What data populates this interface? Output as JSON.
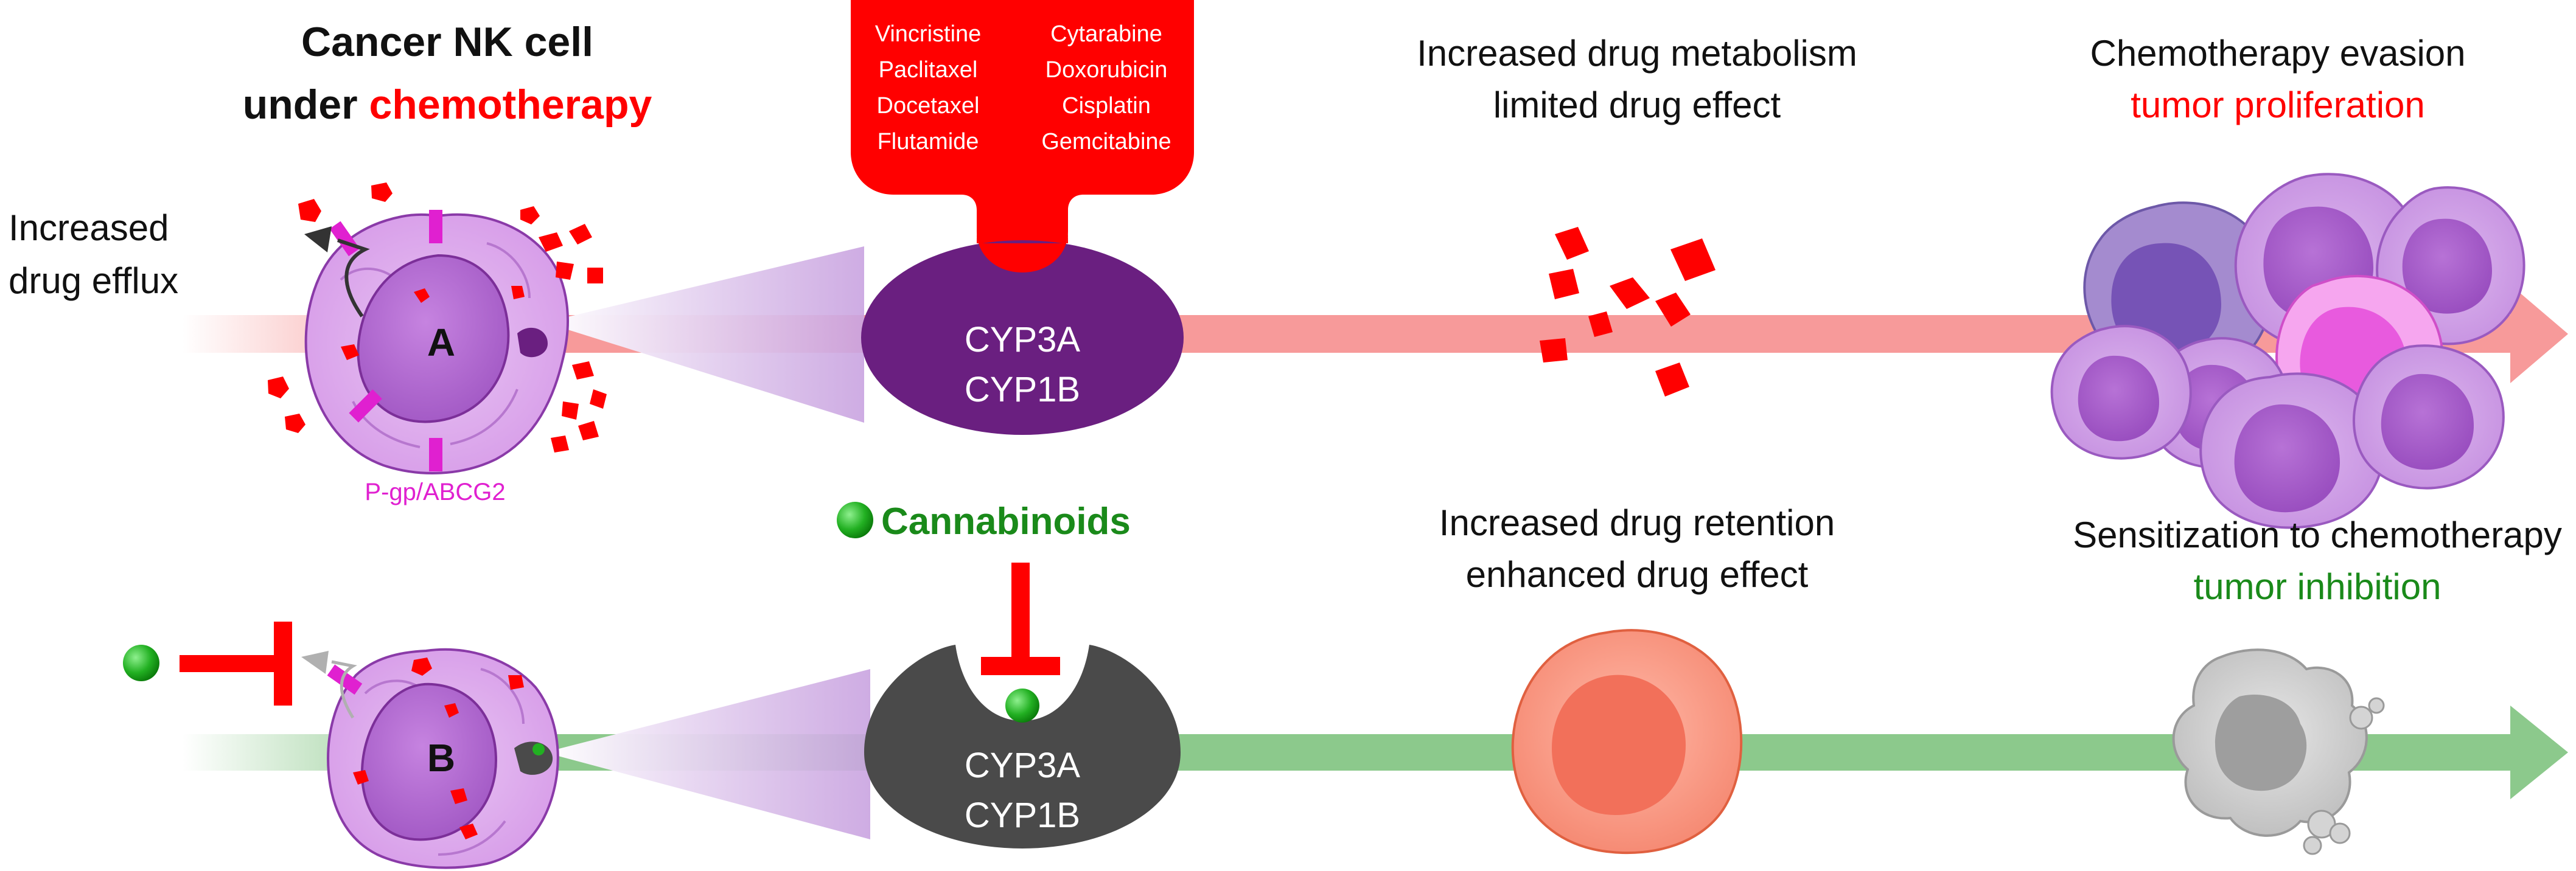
{
  "title": {
    "line1": "Cancer NK cell",
    "line2_prefix": "under ",
    "line2_highlight": "chemotherapy"
  },
  "labels": {
    "efflux_line1": "Increased",
    "efflux_line2": "drug efflux",
    "transporter": "P-gp/ABCG2",
    "cell_a": "A",
    "cell_b": "B",
    "cannabinoids": "Cannabinoids"
  },
  "drugs": {
    "left": [
      "Vincristine",
      "Paclitaxel",
      "Docetaxel",
      "Flutamide"
    ],
    "right": [
      "Cytarabine",
      "Doxorubicin",
      "Cisplatin",
      "Gemcitabine"
    ]
  },
  "enzymes": {
    "top": [
      "CYP3A",
      "CYP1B"
    ],
    "bottom": [
      "CYP3A",
      "CYP1B"
    ]
  },
  "outcomes": {
    "top_mid": [
      "Increased drug metabolism",
      "limited drug effect"
    ],
    "top_right": [
      "Chemotherapy evasion",
      "tumor proliferation"
    ],
    "bottom_mid": [
      "Increased drug retention",
      "enhanced drug effect"
    ],
    "bottom_right": [
      "Sensitization to chemotherapy",
      "tumor inhibition"
    ]
  },
  "colors": {
    "drug_red": "#ff0000",
    "enzyme_purple": "#6a1f80",
    "enzyme_gray": "#4a4a4a",
    "cannabinoid_green": "#1a9b1a",
    "green_text": "#1a8a1a",
    "pump_magenta": "#e020d0",
    "arrow_pink": "#f79a9a",
    "arrow_green": "#8cc98c"
  }
}
